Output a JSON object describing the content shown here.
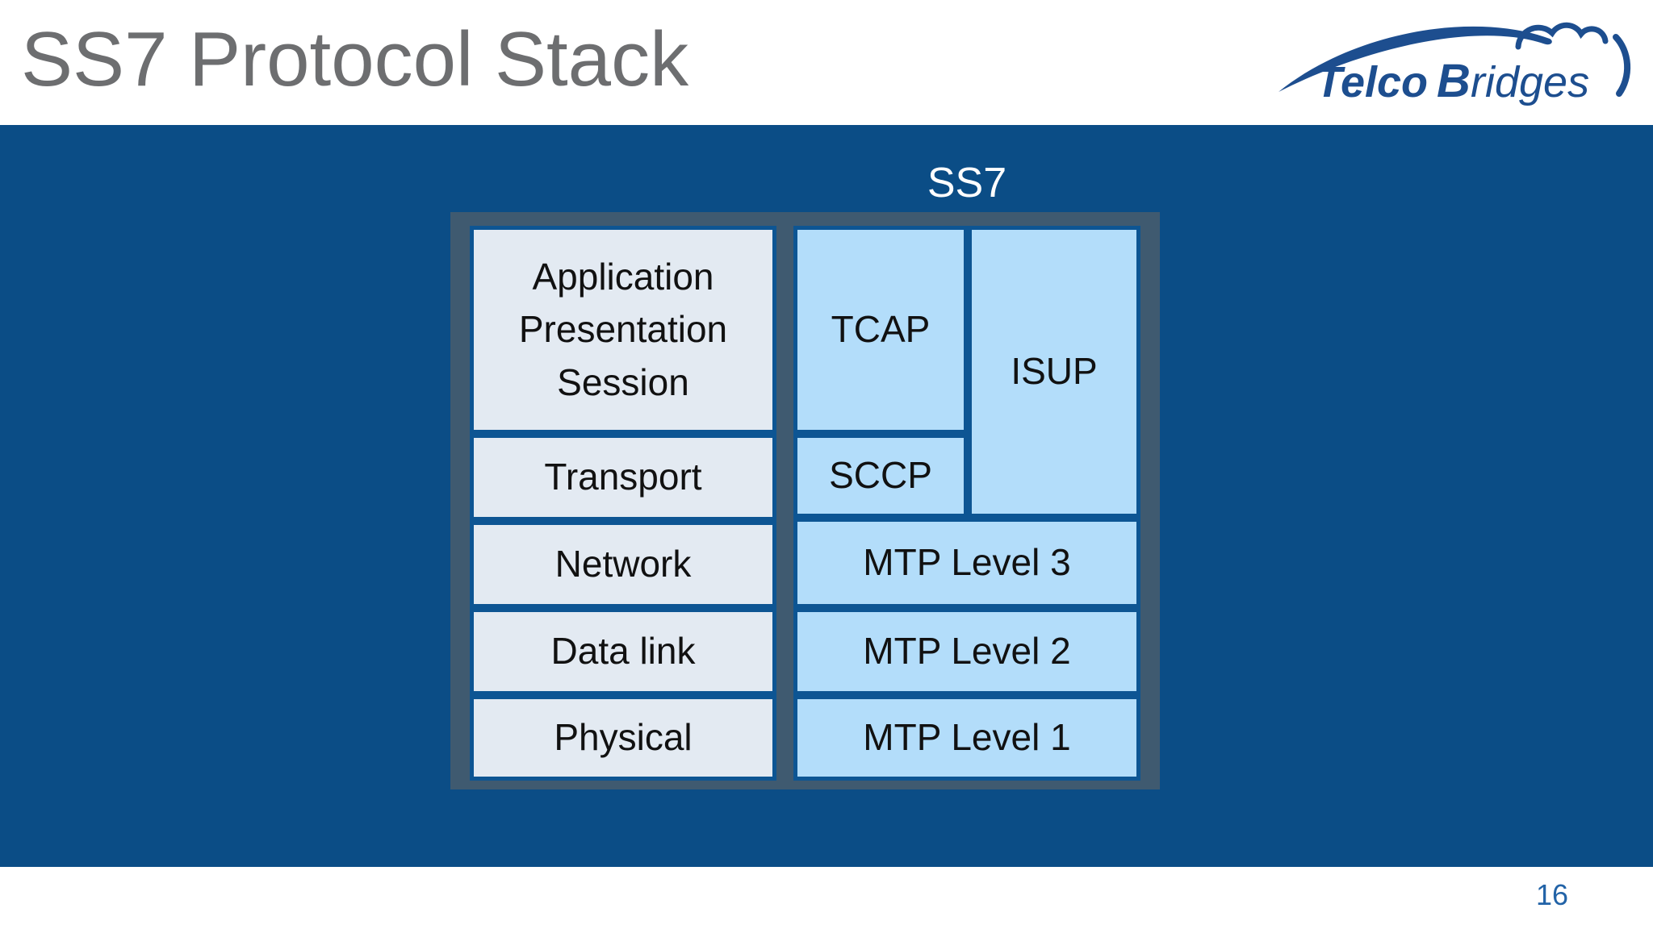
{
  "slide": {
    "title": "SS7 Protocol Stack",
    "page_number": "16"
  },
  "logo": {
    "name": "TelcoBridges",
    "part_bold": "Telco",
    "part_bold_b": "B",
    "part_light": "ridges"
  },
  "diagram": {
    "label": "SS7",
    "osi_layers": [
      {
        "lines": [
          "Application",
          "Presentation",
          "Session"
        ]
      },
      {
        "lines": [
          "Transport"
        ]
      },
      {
        "lines": [
          "Network"
        ]
      },
      {
        "lines": [
          "Data link"
        ]
      },
      {
        "lines": [
          "Physical"
        ]
      }
    ],
    "ss7_cells": {
      "tcap": "TCAP",
      "sccp": "SCCP",
      "isup": "ISUP",
      "mtp3": "MTP Level 3",
      "mtp2": "MTP Level 2",
      "mtp1": "MTP Level 1"
    }
  },
  "colors": {
    "body_blue": "#0b4d86",
    "slate": "#3f5a70",
    "border_blue": "#0d5593",
    "osi_fill": "#e3eaf2",
    "ss7_fill": "#b3ddfa",
    "title_gray": "#6d6e70",
    "logo_navy": "#1d4e8f",
    "page_number_blue": "#2263a7",
    "cell_text": "#111111",
    "label_white": "#ffffff"
  }
}
